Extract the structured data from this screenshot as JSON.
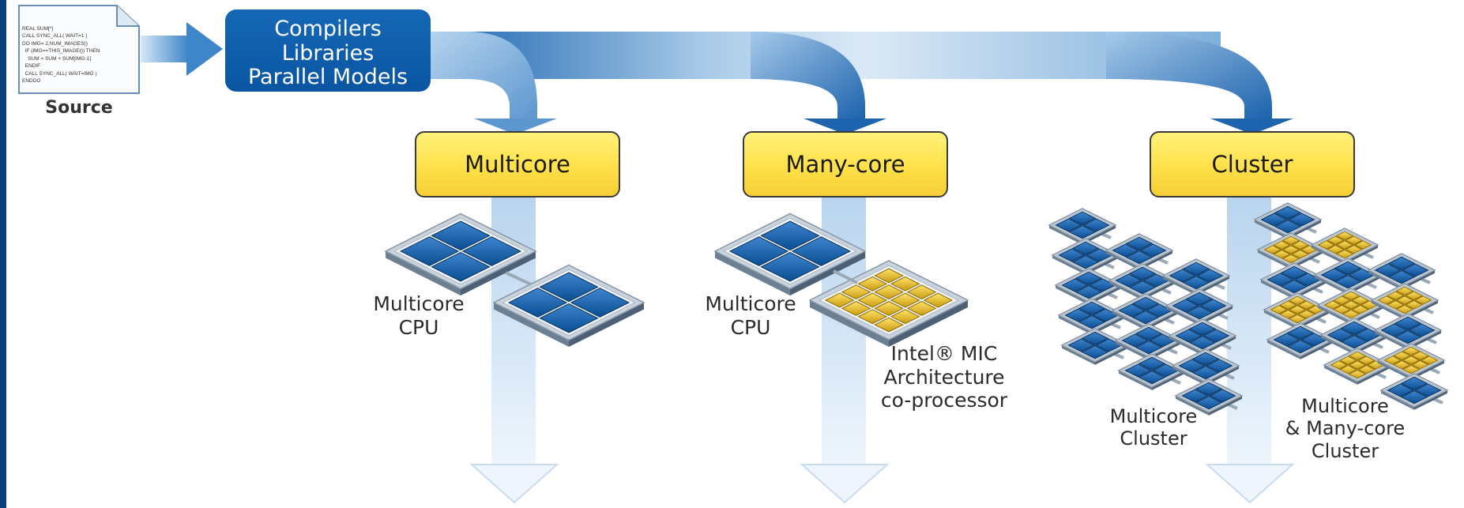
{
  "source": {
    "code_lines": [
      "REAL SUM[*]",
      "CALL SYNC_ALL( WAIT=1 )",
      "DO IMG= 2,NUM_IMAGES()",
      "  IF (IMG==THIS_IMAGE()) THEN",
      "    SUM = SUM + SUM[IMG-1]",
      "  ENDIF",
      "  CALL SYNC_ALL( WAIT=IMG )",
      "ENDDO"
    ],
    "label": "Source"
  },
  "tools_box": {
    "lines": [
      "Compilers",
      "Libraries",
      "Parallel Models"
    ]
  },
  "targets": [
    {
      "title": "Multicore",
      "labels": [
        {
          "lines": [
            "Multicore",
            "CPU"
          ]
        }
      ]
    },
    {
      "title": "Many-core",
      "labels": [
        {
          "lines": [
            "Multicore",
            "CPU"
          ]
        },
        {
          "lines": [
            "Intel® MIC",
            "Architecture",
            "co-processor"
          ]
        }
      ]
    },
    {
      "title": "Cluster",
      "labels": [
        {
          "lines": [
            "Multicore",
            "Cluster"
          ]
        },
        {
          "lines": [
            "Multicore",
            "& Many-core",
            "Cluster"
          ]
        }
      ]
    }
  ],
  "colors": {
    "blue_dark": "#0b5aa6",
    "blue_light": "#9cc3e6",
    "yellow_box": "#ffe048",
    "core_yellow": "#e8c020"
  }
}
